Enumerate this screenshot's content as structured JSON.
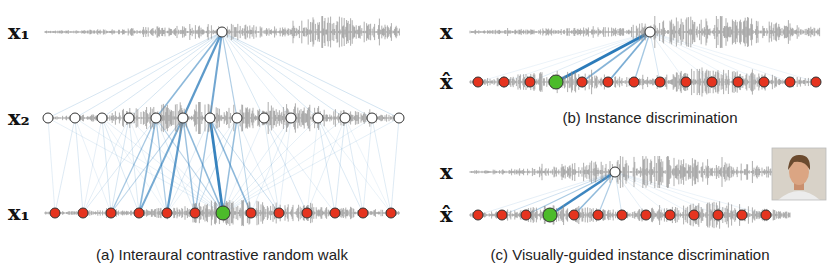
{
  "diagram": {
    "labels": [
      "x₁",
      "x₂",
      "x₁",
      "(a) Interaural contrastive random walk",
      "x",
      "x̂",
      "(b) Instance discrimination",
      "x",
      "x̂",
      "(c) Visually-guided instance discrimination"
    ]
  }
}
